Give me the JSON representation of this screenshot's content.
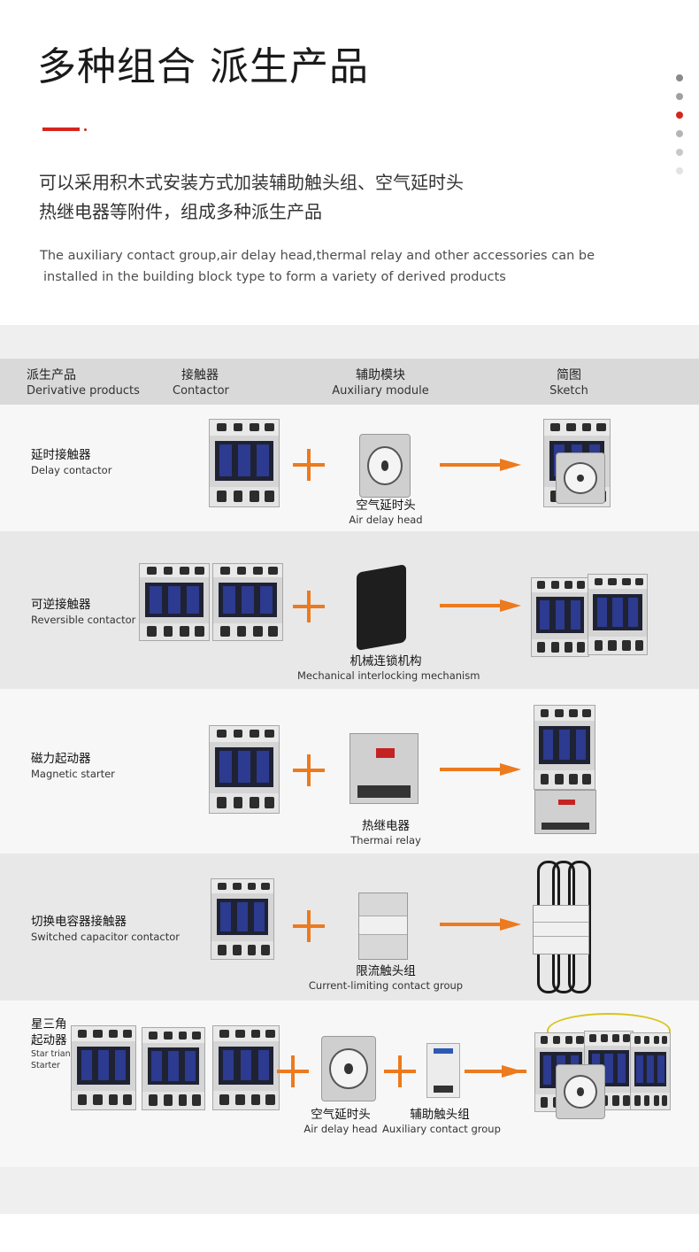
{
  "header": {
    "title": "多种组合 派生产品",
    "cn_line1": "可以采用积木式安装方式加装辅助触头组、空气延时头",
    "cn_line2": "热继电器等附件，组成多种派生产品",
    "en_line1": "The auxiliary contact group,air delay head,thermal relay and other accessories can be",
    "en_line2": "installed in the building block type to form a variety of derived products"
  },
  "pager": {
    "dots": [
      {
        "color": "#8a8a8a",
        "active": false
      },
      {
        "color": "#a0a0a0",
        "active": false
      },
      {
        "color": "#d6251c",
        "active": true
      },
      {
        "color": "#b5b5b5",
        "active": false
      },
      {
        "color": "#c8c8c8",
        "active": false
      },
      {
        "color": "#e3e3e3",
        "active": false
      }
    ]
  },
  "table_header": {
    "col1_cn": "派生产品",
    "col1_en": "Derivative products",
    "col2_cn": "接触器",
    "col2_en": "Contactor",
    "col3_cn": "辅助模块",
    "col3_en": "Auxiliary module",
    "col4_cn": "简图",
    "col4_en": "Sketch"
  },
  "rows": [
    {
      "cn": "延时接触器",
      "en": "Delay contactor",
      "module_cn": "空气延时头",
      "module_en": "Air delay head"
    },
    {
      "cn": "可逆接触器",
      "en": "Reversible contactor",
      "module_cn": "机械连锁机构",
      "module_en": "Mechanical interlocking mechanism"
    },
    {
      "cn": "磁力起动器",
      "en": "Magnetic starter",
      "module_cn": "热继电器",
      "module_en": "Thermai relay"
    },
    {
      "cn": "切换电容器接触器",
      "en": "Switched capacitor contactor",
      "module_cn": "限流触头组",
      "module_en": "Current-limiting contact group"
    },
    {
      "cn_line1": "星三角",
      "cn_line2": "起动器",
      "en_line1": "Star triangle",
      "en_line2": "Starter",
      "module1_cn": "空气延时头",
      "module1_en": "Air delay head",
      "module2_cn": "辅助触头组",
      "module2_en": "Auxiliary contact group"
    }
  ],
  "colors": {
    "accent_red": "#d6251c",
    "accent_orange": "#ec7a1e",
    "contactor_blue": "#2c3a8f"
  }
}
